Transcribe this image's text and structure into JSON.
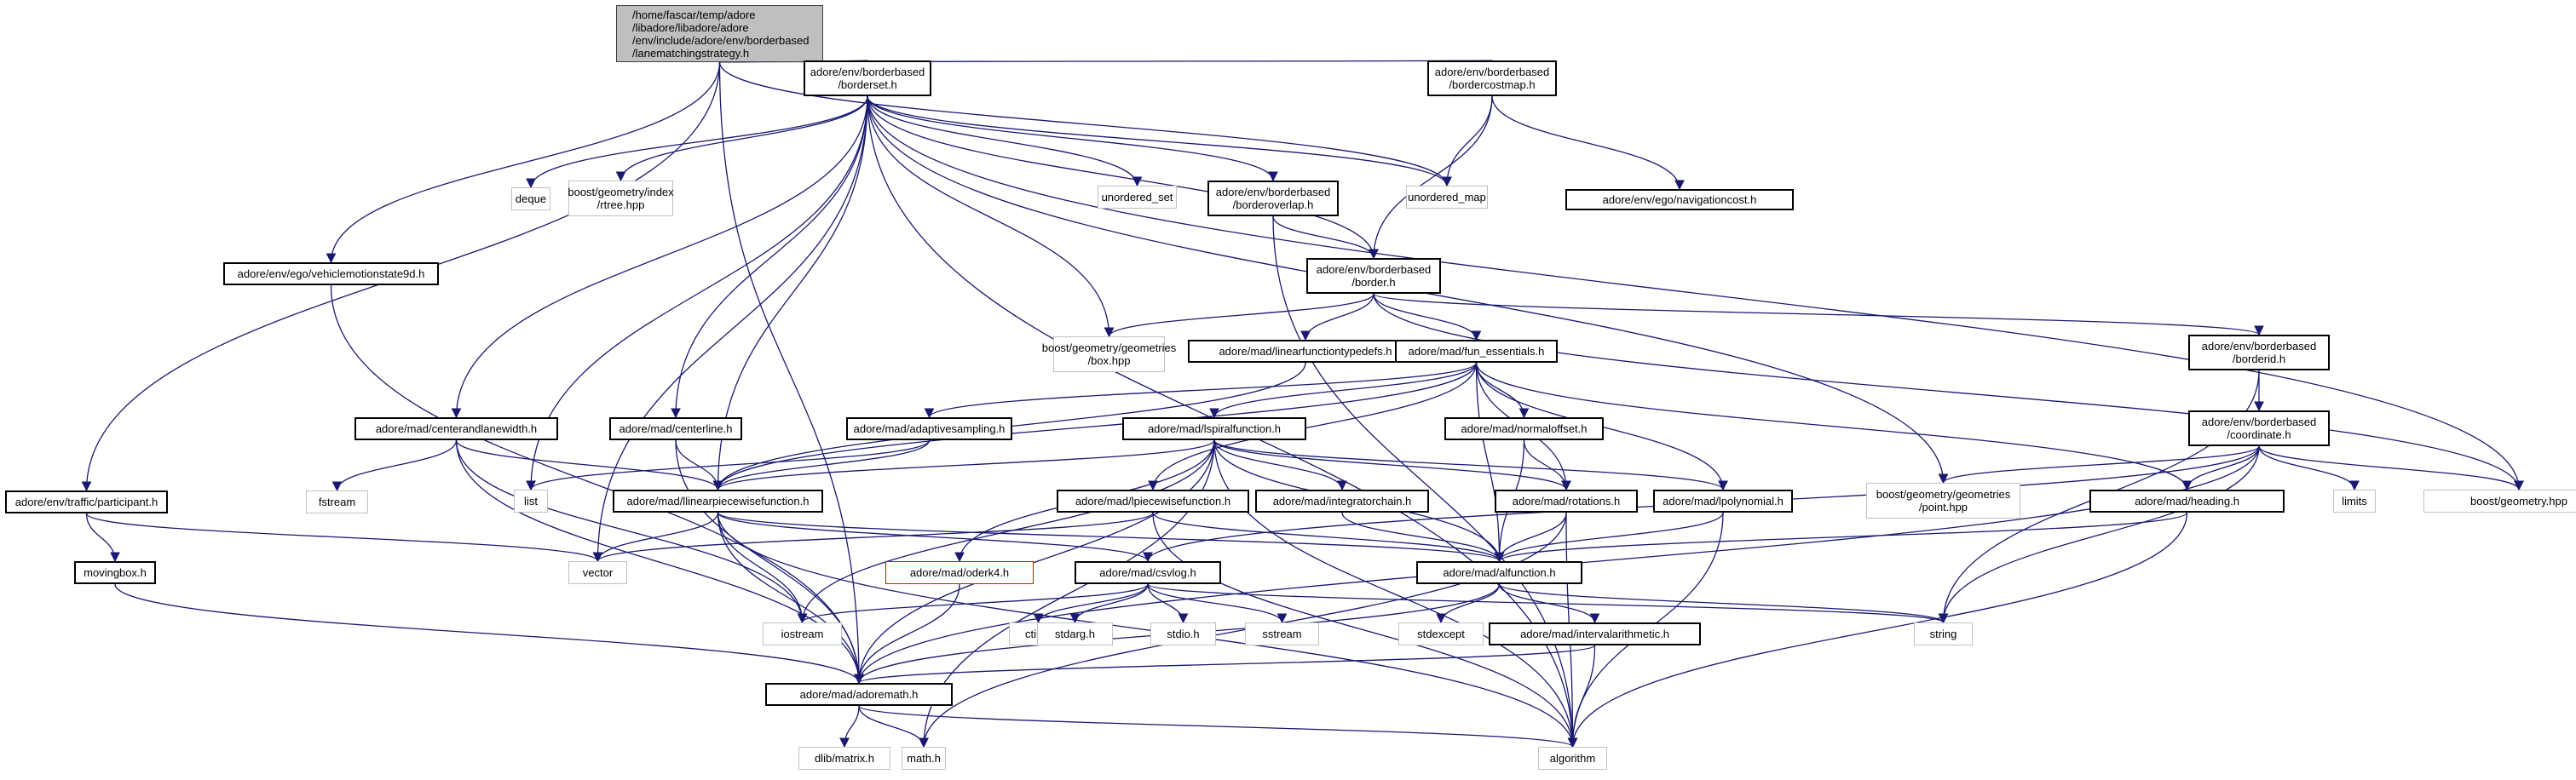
{
  "diagram": {
    "type": "include-dependency-graph",
    "edge_color": "#191970",
    "root_fill": "#bfbfbf",
    "highlight_color": "#ff0000",
    "nodes": [
      {
        "id": "root",
        "label": "/home/fascar/temp/adore\n/libadore/libadore/adore\n/env/include/adore/env/borderbased\n/lanematchingstrategy.h",
        "kind": "root"
      },
      {
        "id": "borderset",
        "label": "adore/env/borderbased\n/borderset.h",
        "kind": "doc"
      },
      {
        "id": "bordercostmap",
        "label": "adore/env/borderbased\n/bordercostmap.h",
        "kind": "doc"
      },
      {
        "id": "vehiclemotionstate9d",
        "label": "adore/env/ego/vehiclemotionstate9d.h",
        "kind": "doc"
      },
      {
        "id": "participant",
        "label": "adore/env/traffic/participant.h",
        "kind": "doc"
      },
      {
        "id": "movingbox",
        "label": "movingbox.h",
        "kind": "doc"
      },
      {
        "id": "deque",
        "label": "deque",
        "kind": "ext"
      },
      {
        "id": "rtree",
        "label": "boost/geometry/index\n/rtree.hpp",
        "kind": "ext"
      },
      {
        "id": "unordered_set",
        "label": "unordered_set",
        "kind": "ext"
      },
      {
        "id": "borderoverlap",
        "label": "adore/env/borderbased\n/borderoverlap.h",
        "kind": "doc"
      },
      {
        "id": "unordered_map",
        "label": "unordered_map",
        "kind": "ext"
      },
      {
        "id": "navigationcost",
        "label": "adore/env/ego/navigationcost.h",
        "kind": "doc"
      },
      {
        "id": "border",
        "label": "adore/env/borderbased\n/border.h",
        "kind": "doc"
      },
      {
        "id": "box",
        "label": "boost/geometry/geometries\n/box.hpp",
        "kind": "ext"
      },
      {
        "id": "linearfunctiontypedefs",
        "label": "adore/mad/linearfunctiontypedefs.h",
        "kind": "doc"
      },
      {
        "id": "fun_essentials",
        "label": "adore/mad/fun_essentials.h",
        "kind": "doc"
      },
      {
        "id": "borderid",
        "label": "adore/env/borderbased\n/borderid.h",
        "kind": "doc"
      },
      {
        "id": "coordinate",
        "label": "adore/env/borderbased\n/coordinate.h",
        "kind": "doc"
      },
      {
        "id": "centerandlanewidth",
        "label": "adore/mad/centerandlanewidth.h",
        "kind": "doc"
      },
      {
        "id": "centerline",
        "label": "adore/mad/centerline.h",
        "kind": "doc"
      },
      {
        "id": "adaptivesampling",
        "label": "adore/mad/adaptivesampling.h",
        "kind": "doc"
      },
      {
        "id": "lspiralfunction",
        "label": "adore/mad/lspiralfunction.h",
        "kind": "doc"
      },
      {
        "id": "normaloffset",
        "label": "adore/mad/normaloffset.h",
        "kind": "doc"
      },
      {
        "id": "fstream",
        "label": "fstream",
        "kind": "ext"
      },
      {
        "id": "list",
        "label": "list",
        "kind": "ext"
      },
      {
        "id": "llinearpiecewisefunction",
        "label": "adore/mad/llinearpiecewisefunction.h",
        "kind": "doc"
      },
      {
        "id": "lpiecewisefunction",
        "label": "adore/mad/lpiecewisefunction.h",
        "kind": "doc"
      },
      {
        "id": "integratorchain",
        "label": "adore/mad/integratorchain.h",
        "kind": "doc"
      },
      {
        "id": "rotations",
        "label": "adore/mad/rotations.h",
        "kind": "doc"
      },
      {
        "id": "lpolynomial",
        "label": "adore/mad/lpolynomial.h",
        "kind": "doc"
      },
      {
        "id": "point",
        "label": "boost/geometry/geometries\n/point.hpp",
        "kind": "ext"
      },
      {
        "id": "heading",
        "label": "adore/mad/heading.h",
        "kind": "doc"
      },
      {
        "id": "limits",
        "label": "limits",
        "kind": "ext"
      },
      {
        "id": "boostgeometry",
        "label": "boost/geometry.hpp",
        "kind": "ext"
      },
      {
        "id": "vector",
        "label": "vector",
        "kind": "ext"
      },
      {
        "id": "oderk4",
        "label": "adore/mad/oderk4.h",
        "kind": "red"
      },
      {
        "id": "csvlog",
        "label": "adore/mad/csvlog.h",
        "kind": "doc"
      },
      {
        "id": "alfunction",
        "label": "adore/mad/alfunction.h",
        "kind": "doc"
      },
      {
        "id": "iostream",
        "label": "iostream",
        "kind": "ext"
      },
      {
        "id": "ctime",
        "label": "ctime",
        "kind": "ext"
      },
      {
        "id": "stdarg",
        "label": "stdarg.h",
        "kind": "ext"
      },
      {
        "id": "stdio",
        "label": "stdio.h",
        "kind": "ext"
      },
      {
        "id": "sstream",
        "label": "sstream",
        "kind": "ext"
      },
      {
        "id": "stdexcept",
        "label": "stdexcept",
        "kind": "ext"
      },
      {
        "id": "intervalarithmetic",
        "label": "adore/mad/intervalarithmetic.h",
        "kind": "doc"
      },
      {
        "id": "string",
        "label": "string",
        "kind": "ext"
      },
      {
        "id": "adoremath",
        "label": "adore/mad/adoremath.h",
        "kind": "doc"
      },
      {
        "id": "dlibmatrix",
        "label": "dlib/matrix.h",
        "kind": "ext"
      },
      {
        "id": "math",
        "label": "math.h",
        "kind": "ext"
      },
      {
        "id": "algorithm",
        "label": "algorithm",
        "kind": "ext"
      }
    ],
    "edges": [
      [
        "root",
        "borderset"
      ],
      [
        "root",
        "bordercostmap"
      ],
      [
        "root",
        "vehiclemotionstate9d"
      ],
      [
        "root",
        "participant"
      ],
      [
        "root",
        "adoremath"
      ],
      [
        "root",
        "unordered_map"
      ],
      [
        "borderset",
        "deque"
      ],
      [
        "borderset",
        "rtree"
      ],
      [
        "borderset",
        "unordered_set"
      ],
      [
        "borderset",
        "borderoverlap"
      ],
      [
        "borderset",
        "unordered_map"
      ],
      [
        "borderset",
        "border"
      ],
      [
        "borderset",
        "box"
      ],
      [
        "borderset",
        "centerandlanewidth"
      ],
      [
        "borderset",
        "centerline"
      ],
      [
        "borderset",
        "list"
      ],
      [
        "borderset",
        "vector"
      ],
      [
        "borderset",
        "llinearpiecewisefunction"
      ],
      [
        "borderset",
        "point"
      ],
      [
        "borderset",
        "algorithm"
      ],
      [
        "borderset",
        "boostgeometry"
      ],
      [
        "bordercostmap",
        "unordered_map"
      ],
      [
        "bordercostmap",
        "navigationcost"
      ],
      [
        "bordercostmap",
        "border"
      ],
      [
        "borderoverlap",
        "border"
      ],
      [
        "borderoverlap",
        "algorithm"
      ],
      [
        "border",
        "box"
      ],
      [
        "border",
        "linearfunctiontypedefs"
      ],
      [
        "border",
        "fun_essentials"
      ],
      [
        "border",
        "borderid"
      ],
      [
        "border",
        "boostgeometry"
      ],
      [
        "borderid",
        "coordinate"
      ],
      [
        "borderid",
        "string"
      ],
      [
        "coordinate",
        "heading"
      ],
      [
        "coordinate",
        "limits"
      ],
      [
        "coordinate",
        "boostgeometry"
      ],
      [
        "coordinate",
        "point"
      ],
      [
        "coordinate",
        "string"
      ],
      [
        "coordinate",
        "adoremath"
      ],
      [
        "coordinate",
        "csvlog"
      ],
      [
        "linearfunctiontypedefs",
        "llinearpiecewisefunction"
      ],
      [
        "fun_essentials",
        "adaptivesampling"
      ],
      [
        "fun_essentials",
        "lspiralfunction"
      ],
      [
        "fun_essentials",
        "normaloffset"
      ],
      [
        "fun_essentials",
        "rotations"
      ],
      [
        "fun_essentials",
        "lpolynomial"
      ],
      [
        "fun_essentials",
        "heading"
      ],
      [
        "fun_essentials",
        "alfunction"
      ],
      [
        "fun_essentials",
        "llinearpiecewisefunction"
      ],
      [
        "fun_essentials",
        "lpiecewisefunction"
      ],
      [
        "centerandlanewidth",
        "fstream"
      ],
      [
        "centerandlanewidth",
        "llinearpiecewisefunction"
      ],
      [
        "centerandlanewidth",
        "iostream"
      ],
      [
        "centerandlanewidth",
        "adoremath"
      ],
      [
        "centerline",
        "llinearpiecewisefunction"
      ],
      [
        "centerline",
        "adoremath"
      ],
      [
        "adaptivesampling",
        "llinearpiecewisefunction"
      ],
      [
        "adaptivesampling",
        "list"
      ],
      [
        "lspiralfunction",
        "llinearpiecewisefunction"
      ],
      [
        "lspiralfunction",
        "integratorchain"
      ],
      [
        "lspiralfunction",
        "rotations"
      ],
      [
        "lspiralfunction",
        "lpolynomial"
      ],
      [
        "lspiralfunction",
        "oderk4"
      ],
      [
        "lspiralfunction",
        "alfunction"
      ],
      [
        "lspiralfunction",
        "adoremath"
      ],
      [
        "lspiralfunction",
        "iostream"
      ],
      [
        "lspiralfunction",
        "math"
      ],
      [
        "lspiralfunction",
        "algorithm"
      ],
      [
        "normaloffset",
        "rotations"
      ],
      [
        "normaloffset",
        "alfunction"
      ],
      [
        "llinearpiecewisefunction",
        "vector"
      ],
      [
        "llinearpiecewisefunction",
        "iostream"
      ],
      [
        "llinearpiecewisefunction",
        "adoremath"
      ],
      [
        "llinearpiecewisefunction",
        "csvlog"
      ],
      [
        "llinearpiecewisefunction",
        "alfunction"
      ],
      [
        "llinearpiecewisefunction",
        "algorithm"
      ],
      [
        "lpiecewisefunction",
        "vector"
      ],
      [
        "lpiecewisefunction",
        "alfunction"
      ],
      [
        "lpiecewisefunction",
        "algorithm"
      ],
      [
        "integratorchain",
        "alfunction"
      ],
      [
        "rotations",
        "alfunction"
      ],
      [
        "rotations",
        "math"
      ],
      [
        "rotations",
        "algorithm"
      ],
      [
        "lpolynomial",
        "alfunction"
      ],
      [
        "lpolynomial",
        "algorithm"
      ],
      [
        "heading",
        "alfunction"
      ],
      [
        "heading",
        "algorithm"
      ],
      [
        "participant",
        "vector"
      ],
      [
        "participant",
        "movingbox"
      ],
      [
        "movingbox",
        "adoremath"
      ],
      [
        "vehiclemotionstate9d",
        "adoremath"
      ],
      [
        "oderk4",
        "adoremath"
      ],
      [
        "csvlog",
        "iostream"
      ],
      [
        "csvlog",
        "ctime"
      ],
      [
        "csvlog",
        "stdarg"
      ],
      [
        "csvlog",
        "stdio"
      ],
      [
        "csvlog",
        "sstream"
      ],
      [
        "csvlog",
        "string"
      ],
      [
        "alfunction",
        "stdexcept"
      ],
      [
        "alfunction",
        "intervalarithmetic"
      ],
      [
        "alfunction",
        "string"
      ],
      [
        "alfunction",
        "adoremath"
      ],
      [
        "intervalarithmetic",
        "adoremath"
      ],
      [
        "intervalarithmetic",
        "algorithm"
      ],
      [
        "adoremath",
        "dlibmatrix"
      ],
      [
        "adoremath",
        "math"
      ],
      [
        "adoremath",
        "algorithm"
      ]
    ]
  }
}
